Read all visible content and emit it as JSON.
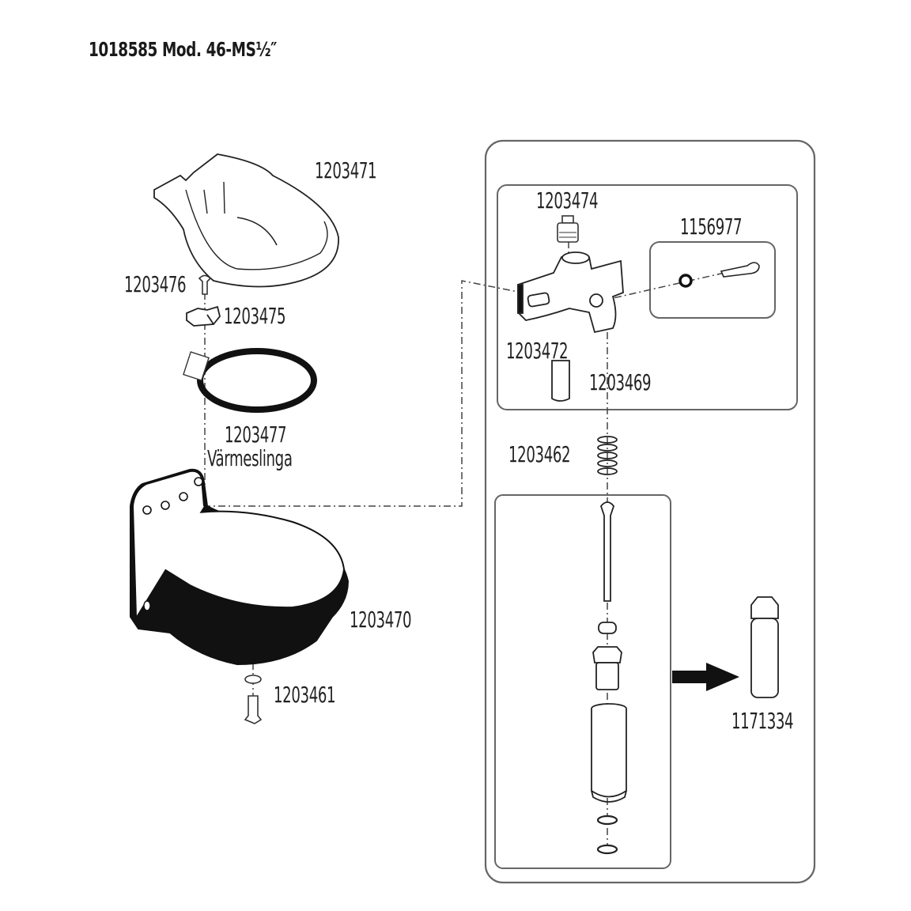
{
  "title": "1018585 Mod. 46-MS½″",
  "parts": {
    "bowl_insert": "1203471",
    "screw": "1203476",
    "clamp": "1203475",
    "heating_coil": "1203477",
    "heating_coil_name": "Värmeslinga",
    "bowl": "1203470",
    "drain_plug": "1203461",
    "valve_cap": "1203474",
    "valve_kit": "1156977",
    "valve_body": "1203472",
    "pipe": "1203469",
    "spring": "1203462",
    "valve_assembly": "1171334"
  },
  "colors": {
    "ink": "#1a1a1a",
    "frame": "#555555",
    "background": "#ffffff"
  }
}
